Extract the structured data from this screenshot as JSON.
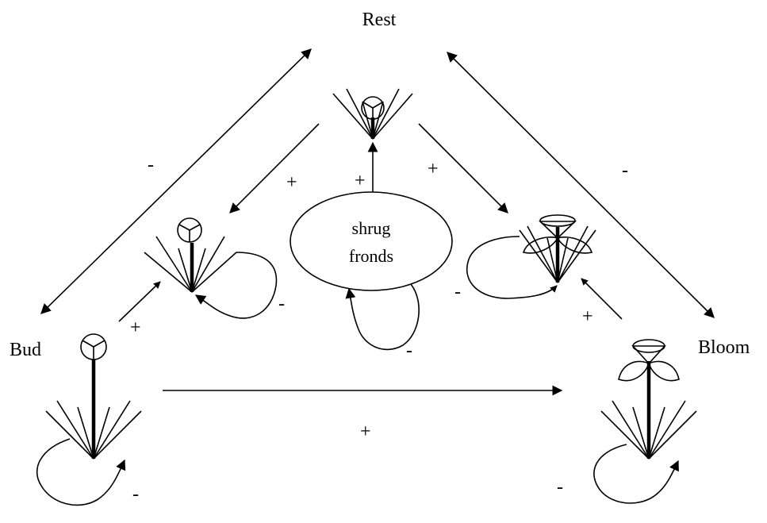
{
  "states": {
    "rest": "Rest",
    "bud": "Bud",
    "bloom": "Bloom"
  },
  "center_node": {
    "line1": "shrug",
    "line2": "fronds"
  },
  "signs": {
    "bud_rest": "-",
    "rest_bloom": "-",
    "rest_to_budpose": "+",
    "center_to_rest": "+",
    "rest_to_bloompose": "+",
    "bud_to_budpose": "+",
    "bloom_to_bloompose": "+",
    "bud_to_bloom": "+",
    "budpose_self": "-",
    "center_self": "-",
    "bloompose_self": "-",
    "bud_self": "-",
    "bloom_self": "-"
  },
  "colors": {
    "ink": "#000000",
    "background": "#ffffff"
  }
}
